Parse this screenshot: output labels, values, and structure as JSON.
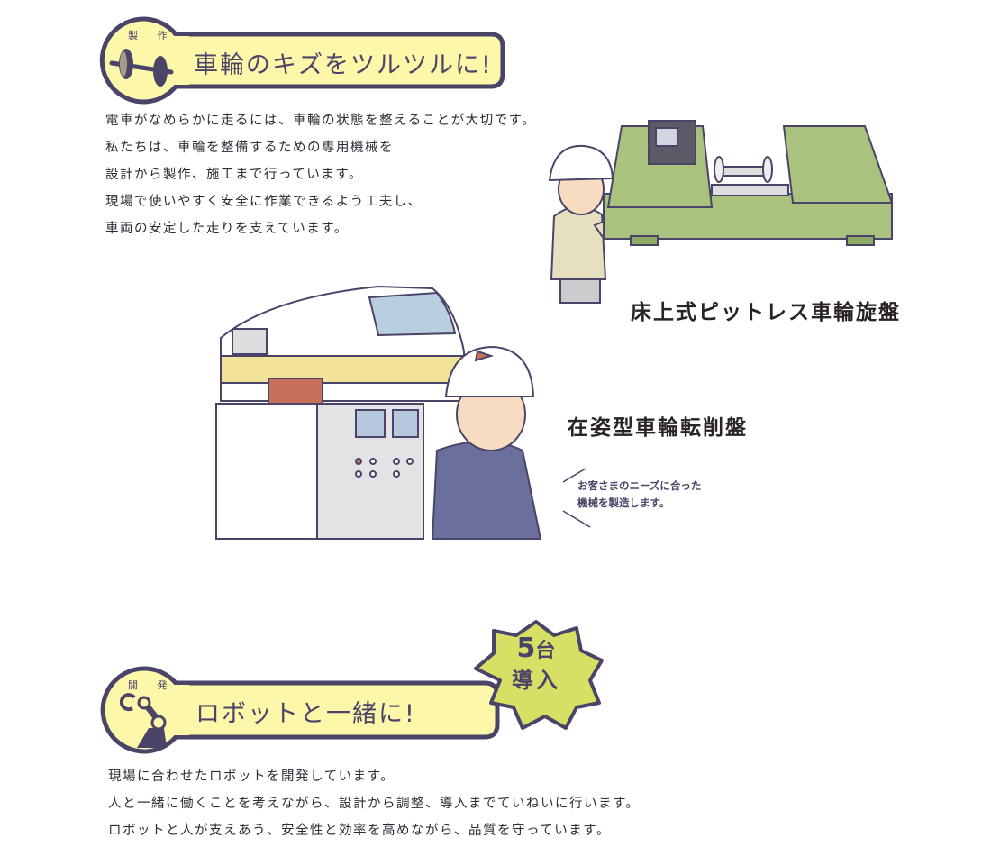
{
  "section1": {
    "category_label": "製 作",
    "title": "車輪のキズをツルツルに!",
    "paragraph": [
      "電車がなめらかに走るには、車輪の状態を整えることが大切です。",
      "私たちは、車輪を整備するための専用機械を",
      "設計から製作、施工まで行っています。",
      "現場で使いやすく安全に作業できるよう工夫し、",
      "車両の安定した走りを支えています。"
    ],
    "machine1_caption": "床上式ピットレス車輪旋盤",
    "machine2_caption": "在姿型車輪転削盤",
    "speech": [
      "お客さまのニーズに合った",
      "機械を製造します。"
    ]
  },
  "section2": {
    "category_label": "開 発",
    "title": "ロボットと一緒に!",
    "badge": {
      "number": "5",
      "unit": "台",
      "text": "導入"
    },
    "paragraph": [
      "現場に合わせたロボットを開発しています。",
      "人と一緒に働くことを考えながら、設計から調整、導入までていねいに行います。",
      "ロボットと人が支えあう、安全性と効率を高めながら、品質を守っています。"
    ]
  },
  "colors": {
    "outline": "#4a4468",
    "banner_fill": "#fdf7aa",
    "badge_fill": "#d7e065",
    "machine_green": "#a9c27d"
  }
}
